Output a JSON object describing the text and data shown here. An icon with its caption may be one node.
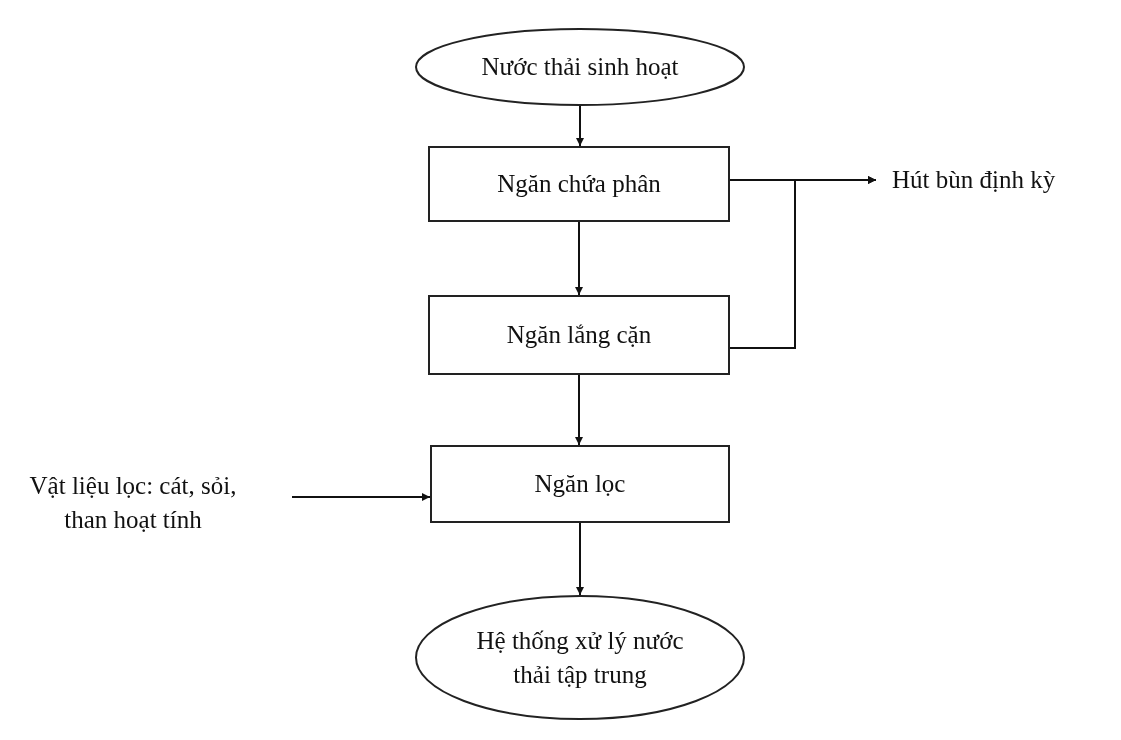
{
  "diagram": {
    "nodes": [
      {
        "text": [
          "Nước thải sinh hoạt"
        ]
      },
      {
        "text": [
          "Ngăn chứa phân"
        ]
      },
      {
        "text": [
          "Ngăn lắng cặn"
        ]
      },
      {
        "text": [
          "Ngăn lọc"
        ]
      },
      {
        "text": [
          "Hệ thống xử lý nước thải tập trung"
        ]
      },
      {
        "text": [
          "Hút bùn định kỳ"
        ]
      },
      {
        "text": [
          "Vật liệu lọc: cát, sỏi, than hoạt tính"
        ]
      }
    ],
    "edges": [
      {
        "from": 0,
        "to": 1,
        "arrow": "to"
      },
      {
        "from": 1,
        "to": 2,
        "arrow": "to"
      },
      {
        "from": 2,
        "to": 3,
        "arrow": "to"
      },
      {
        "from": 3,
        "to": 4,
        "arrow": "to"
      },
      {
        "from": 1,
        "to": 5,
        "arrow": "to"
      },
      {
        "from": 2,
        "to": 5,
        "arrow": "to"
      },
      {
        "from": 6,
        "to": 3,
        "arrow": "to"
      }
    ]
  }
}
